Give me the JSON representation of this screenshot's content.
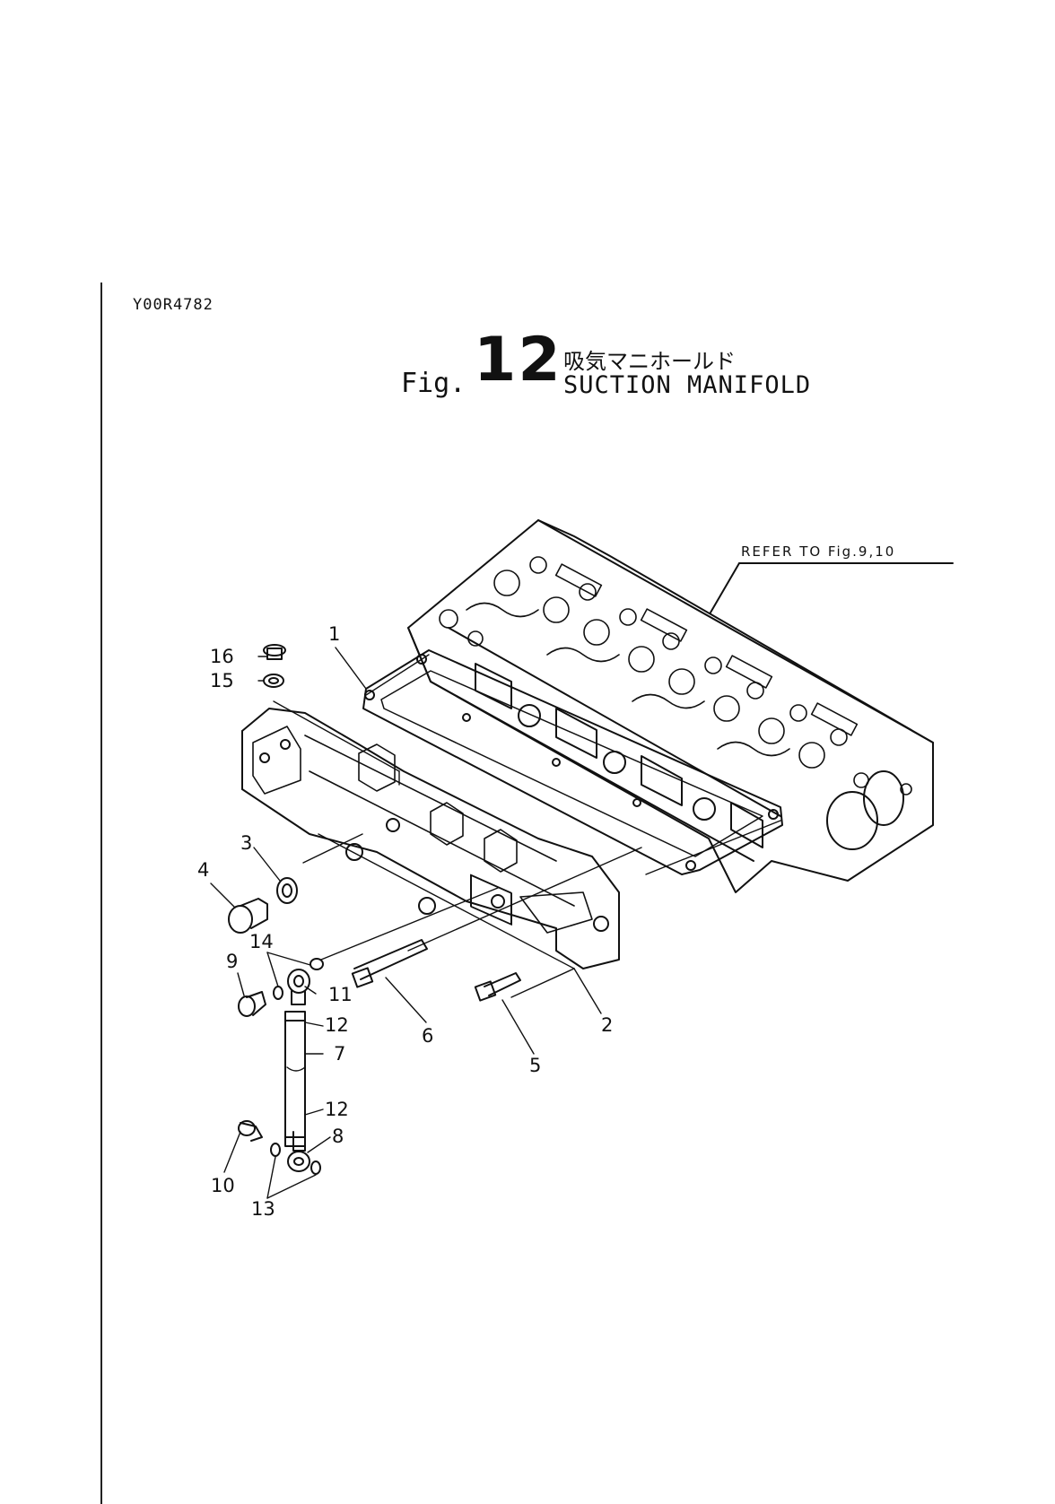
{
  "header": {
    "doc_code": "Y00R4782",
    "fig_prefix": "Fig.",
    "fig_number": "12",
    "title_jp": "吸気マニホールド",
    "title_en": "SUCTION MANIFOLD"
  },
  "reference_note": "REFER TO Fig.9,10",
  "callouts": [
    "1",
    "2",
    "3",
    "4",
    "5",
    "6",
    "7",
    "8",
    "9",
    "10",
    "11",
    "12",
    "12",
    "13",
    "14",
    "15",
    "16"
  ]
}
